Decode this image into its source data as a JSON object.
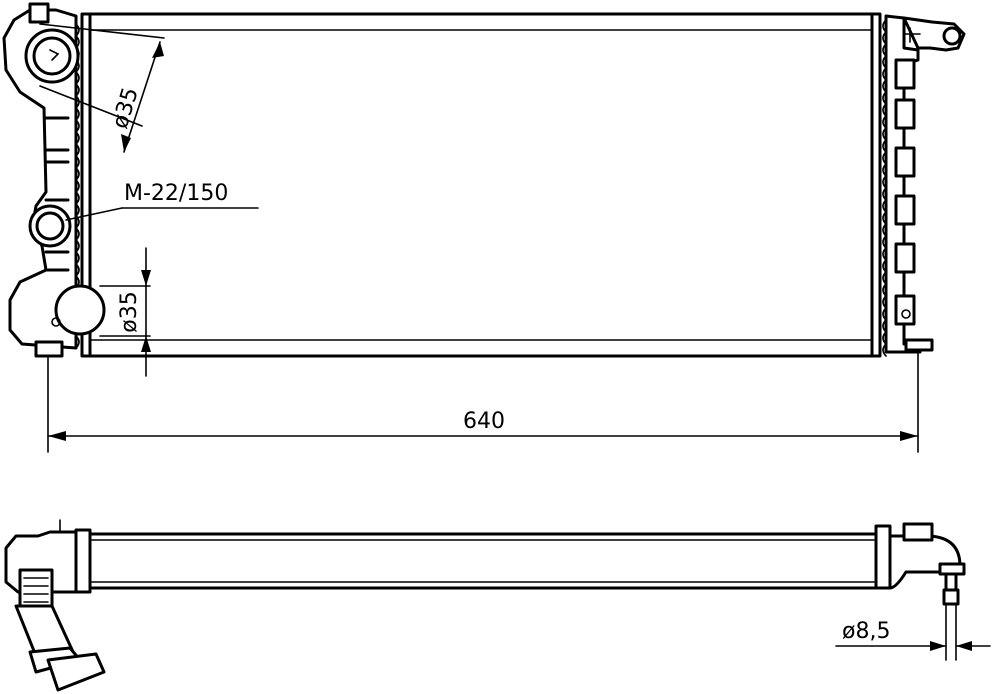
{
  "labels": {
    "width": "640",
    "thread": "M-22/150",
    "top_hose_diameter": "ø35",
    "bottom_hose_diameter": "ø35",
    "drain_diameter": "ø8,5"
  }
}
